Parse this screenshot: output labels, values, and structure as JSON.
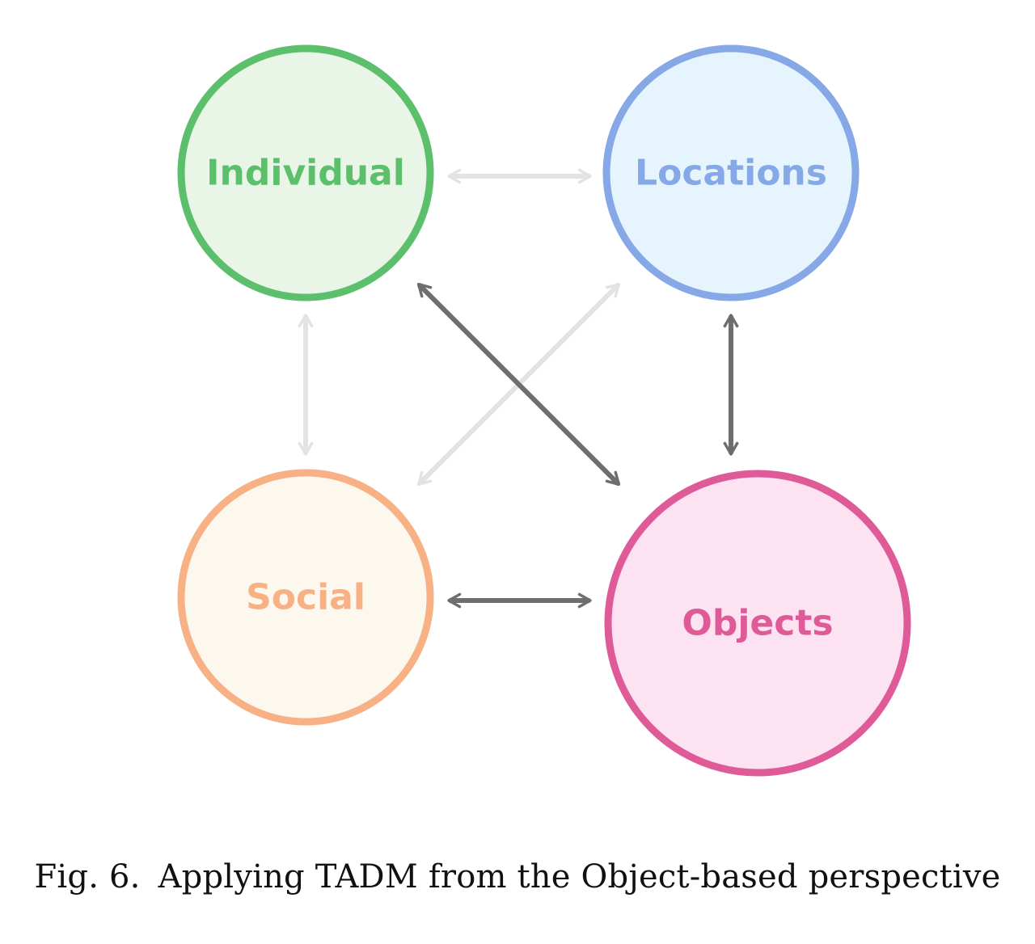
{
  "nodes": {
    "individual": {
      "label": "Individual",
      "stroke": "#5cbf6b",
      "fill": "#e9f6e7",
      "text_color": "#5cbf6b"
    },
    "locations": {
      "label": "Locations",
      "stroke": "#86a8e6",
      "fill": "#e6f5fd",
      "text_color": "#86a8e6"
    },
    "social": {
      "label": "Social",
      "stroke": "#f7b184",
      "fill": "#fdf8ee",
      "text_color": "#f7b184"
    },
    "objects": {
      "label": "Objects",
      "stroke": "#df5b98",
      "fill": "#fde2f2",
      "text_color": "#df5b98"
    }
  },
  "connectors": [
    {
      "from": "Individual",
      "to": "Locations",
      "emphasis": "faded"
    },
    {
      "from": "Individual",
      "to": "Social",
      "emphasis": "faded"
    },
    {
      "from": "Social",
      "to": "Locations",
      "emphasis": "faded"
    },
    {
      "from": "Individual",
      "to": "Objects",
      "emphasis": "highlighted"
    },
    {
      "from": "Locations",
      "to": "Objects",
      "emphasis": "highlighted"
    },
    {
      "from": "Social",
      "to": "Objects",
      "emphasis": "highlighted"
    }
  ],
  "colors": {
    "faded_arrow": "#e3e3e3",
    "highlighted_arrow": "#6e6e6e"
  },
  "caption": {
    "number": "Fig. 6.",
    "text": "Applying TADM from the Object-based perspective"
  }
}
